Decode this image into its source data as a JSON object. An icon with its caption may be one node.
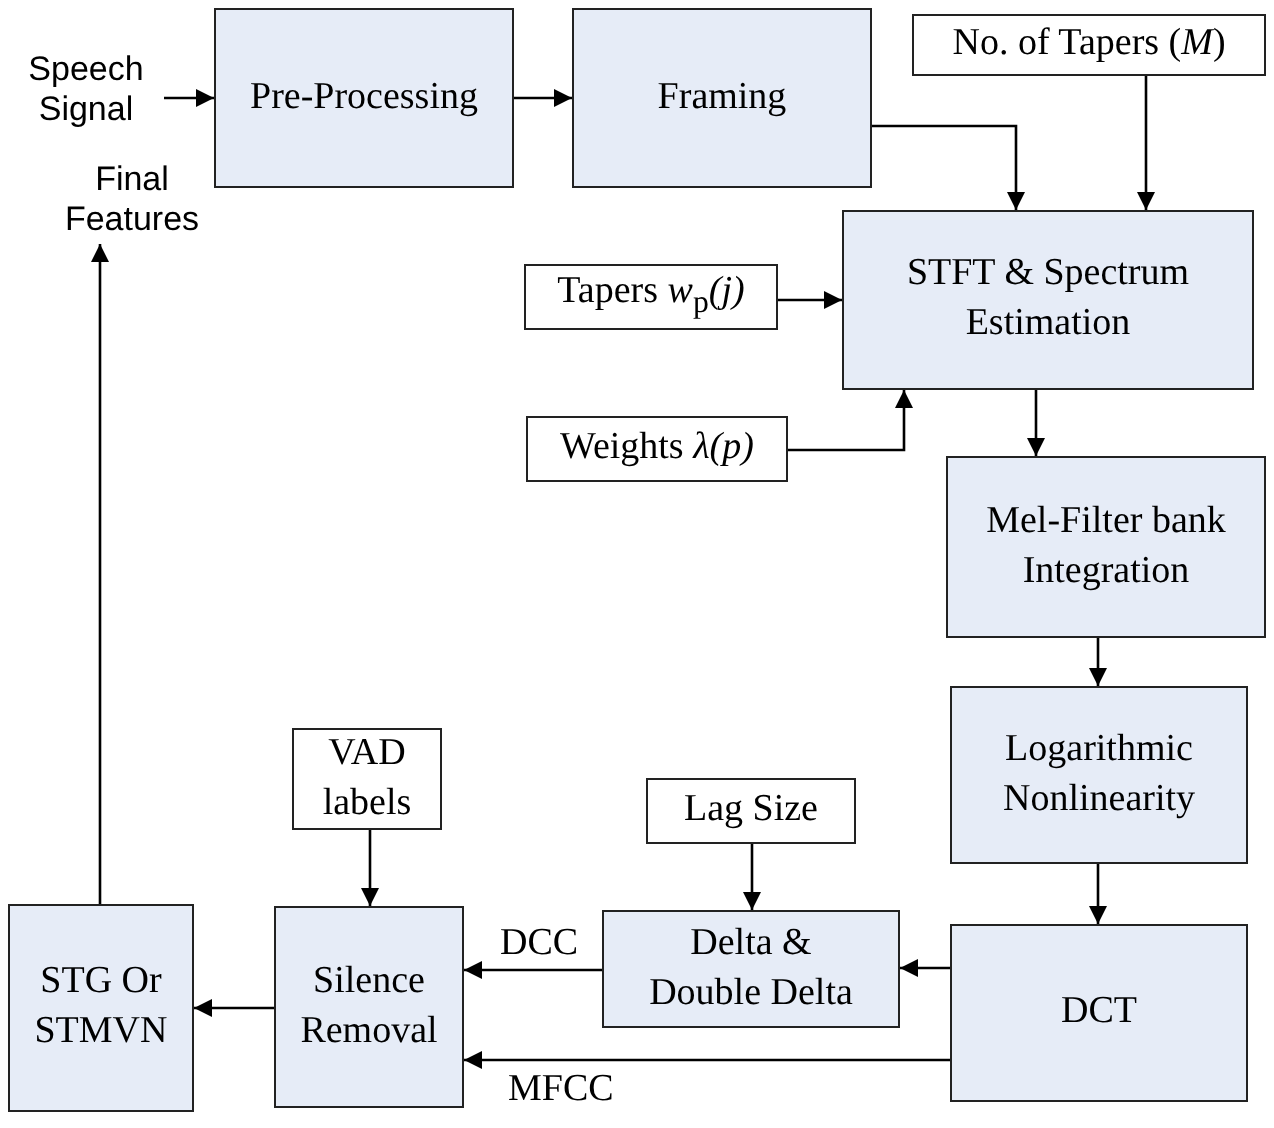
{
  "diagram": {
    "nodes": [
      {
        "text": [
          "Speech Signal"
        ]
      },
      {
        "text": [
          "Pre-Processing"
        ]
      },
      {
        "text": [
          "Framing"
        ]
      },
      {
        "text": [
          "No. of Tapers (*M*)"
        ]
      },
      {
        "text": [
          "STFT & Spectrum Estimation"
        ]
      },
      {
        "text": [
          "Tapers *w*$_{p}$*(j)*"
        ]
      },
      {
        "text": [
          "Weights *λ(p)*"
        ]
      },
      {
        "text": [
          "Mel-Filter bank Integration"
        ]
      },
      {
        "text": [
          "Logarithmic Nonlinearity"
        ]
      },
      {
        "text": [
          "DCT"
        ]
      },
      {
        "text": [
          "Lag Size"
        ]
      },
      {
        "text": [
          "Delta & Double Delta"
        ]
      },
      {
        "text": [
          "VAD labels"
        ]
      },
      {
        "text": [
          "Silence Removal"
        ]
      },
      {
        "text": [
          "STG Or STMVN"
        ]
      },
      {
        "text": [
          "Final Features"
        ]
      }
    ],
    "edges": [
      {
        "from": 0,
        "to": 1,
        "arrow": "to"
      },
      {
        "from": 1,
        "to": 2,
        "arrow": "to"
      },
      {
        "from": 2,
        "to": 4,
        "arrow": "to"
      },
      {
        "from": 3,
        "to": 4,
        "arrow": "to"
      },
      {
        "from": 5,
        "to": 4,
        "arrow": "to"
      },
      {
        "from": 6,
        "to": 4,
        "arrow": "to"
      },
      {
        "from": 4,
        "to": 7,
        "arrow": "to"
      },
      {
        "from": 7,
        "to": 8,
        "arrow": "to"
      },
      {
        "from": 8,
        "to": 9,
        "arrow": "to"
      },
      {
        "from": 9,
        "to": 11,
        "arrow": "to"
      },
      {
        "from": 11,
        "to": 13,
        "arrow": "to",
        "label": "DCC"
      },
      {
        "from": 9,
        "to": 13,
        "arrow": "to",
        "label": "MFCC"
      },
      {
        "from": 10,
        "to": 11,
        "arrow": "to"
      },
      {
        "from": 12,
        "to": 13,
        "arrow": "to"
      },
      {
        "from": 13,
        "to": 14,
        "arrow": "to"
      },
      {
        "from": 14,
        "to": 15,
        "arrow": "to"
      }
    ]
  }
}
